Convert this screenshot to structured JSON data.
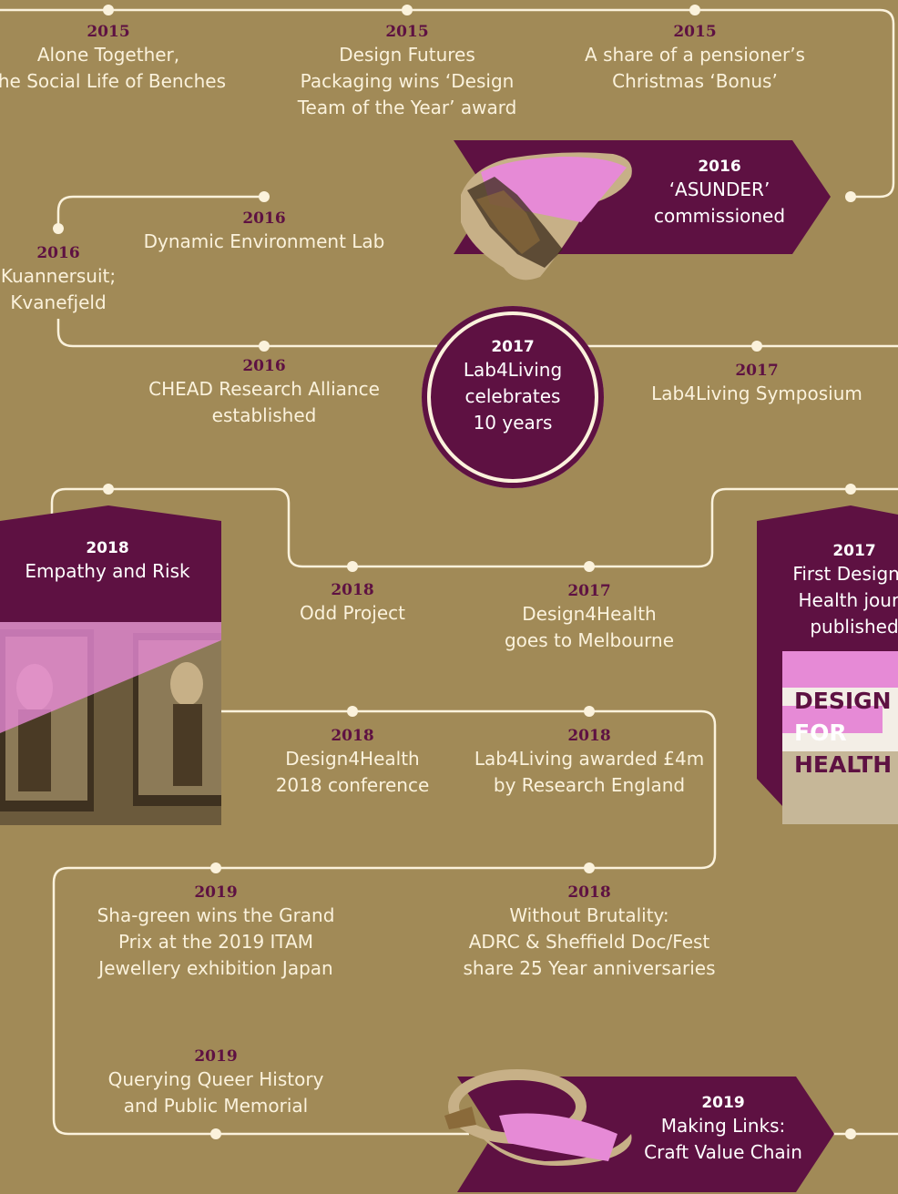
{
  "events": [
    {
      "id": "e1",
      "year": "2015",
      "lines": [
        "Alone Together,",
        "the Social Life of Benches"
      ]
    },
    {
      "id": "e2",
      "year": "2015",
      "lines": [
        "Design Futures",
        "Packaging wins ‘Design",
        "Team of the Year’ award"
      ]
    },
    {
      "id": "e3",
      "year": "2015",
      "lines": [
        "A share of a pensioner’s",
        "Christmas ‘Bonus’"
      ]
    },
    {
      "id": "e4",
      "year": "2016",
      "lines": [
        "Dynamic Environment Lab"
      ]
    },
    {
      "id": "e5",
      "year": "2016",
      "lines": [
        "Kuannersuit;",
        "Kvanefjeld"
      ]
    },
    {
      "id": "e6",
      "year": "2016",
      "lines": [
        "CHEAD Research Alliance",
        "established"
      ]
    },
    {
      "id": "e7",
      "year": "2017",
      "lines": [
        "Lab4Living Symposium"
      ]
    },
    {
      "id": "e8",
      "year": "2018",
      "lines": [
        "Odd Project"
      ]
    },
    {
      "id": "e9",
      "year": "2017",
      "lines": [
        "Design4Health",
        "goes to Melbourne"
      ]
    },
    {
      "id": "e10",
      "year": "2018",
      "lines": [
        "Design4Health",
        "2018 conference"
      ]
    },
    {
      "id": "e11",
      "year": "2018",
      "lines": [
        "Lab4Living awarded £4m",
        "by Research England"
      ]
    },
    {
      "id": "e12",
      "year": "2019",
      "lines": [
        "Sha-green wins the Grand",
        "Prix at the 2019 ITAM",
        "Jewellery exhibition Japan"
      ]
    },
    {
      "id": "e13",
      "year": "2018",
      "lines": [
        "Without Brutality:",
        "ADRC & Sheffield Doc/Fest",
        "share 25 Year anniversaries"
      ]
    },
    {
      "id": "e14",
      "year": "2019",
      "lines": [
        "Querying Queer History",
        "and Public Memorial"
      ]
    }
  ],
  "featured": [
    {
      "id": "f_asunder",
      "year": "2016",
      "lines": [
        "‘ASUNDER’",
        "commissioned"
      ]
    },
    {
      "id": "f_lab4living",
      "year": "2017",
      "lines": [
        "Lab4Living",
        "celebrates",
        "10 years"
      ]
    },
    {
      "id": "f_empathy",
      "year": "2018",
      "lines": [
        "Empathy and Risk"
      ]
    },
    {
      "id": "f_journal",
      "year": "2017",
      "lines": [
        "First Design F",
        "Health journ",
        "published"
      ]
    },
    {
      "id": "f_making",
      "year": "2019",
      "lines": [
        "Making Links:",
        "Craft Value Chain"
      ]
    }
  ],
  "journal_cover": {
    "words": [
      "DESIGN",
      "FOR",
      "HEALTH"
    ]
  },
  "colors": {
    "background": "#a18a57",
    "accent": "#5e1142",
    "line": "#fbf2dc",
    "pink": "#e68ad6"
  }
}
